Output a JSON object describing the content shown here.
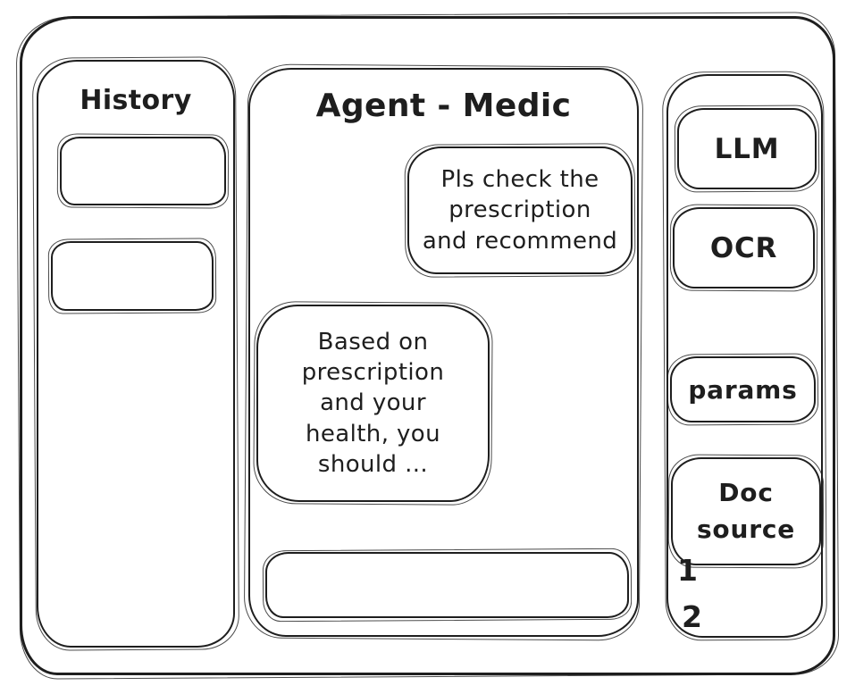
{
  "canvas": {
    "background": "#ffffff",
    "ink": "#1e1e1e"
  },
  "history_panel": {
    "title": "History",
    "items": [
      {
        "label": ""
      },
      {
        "label": ""
      }
    ]
  },
  "chat_panel": {
    "title": "Agent - Medic",
    "messages": [
      {
        "role": "user",
        "text": "Pls check the\nprescription\nand recommend"
      },
      {
        "role": "assistant",
        "text": "Based on\nprescription\nand your\nhealth, you\nshould ..."
      }
    ],
    "input_value": ""
  },
  "tools_panel": {
    "llm_button": "LLM",
    "ocr_button": "OCR",
    "params_button": "params",
    "doc_source_button": "Doc\nsource",
    "doc_items": [
      "1",
      "2"
    ]
  }
}
